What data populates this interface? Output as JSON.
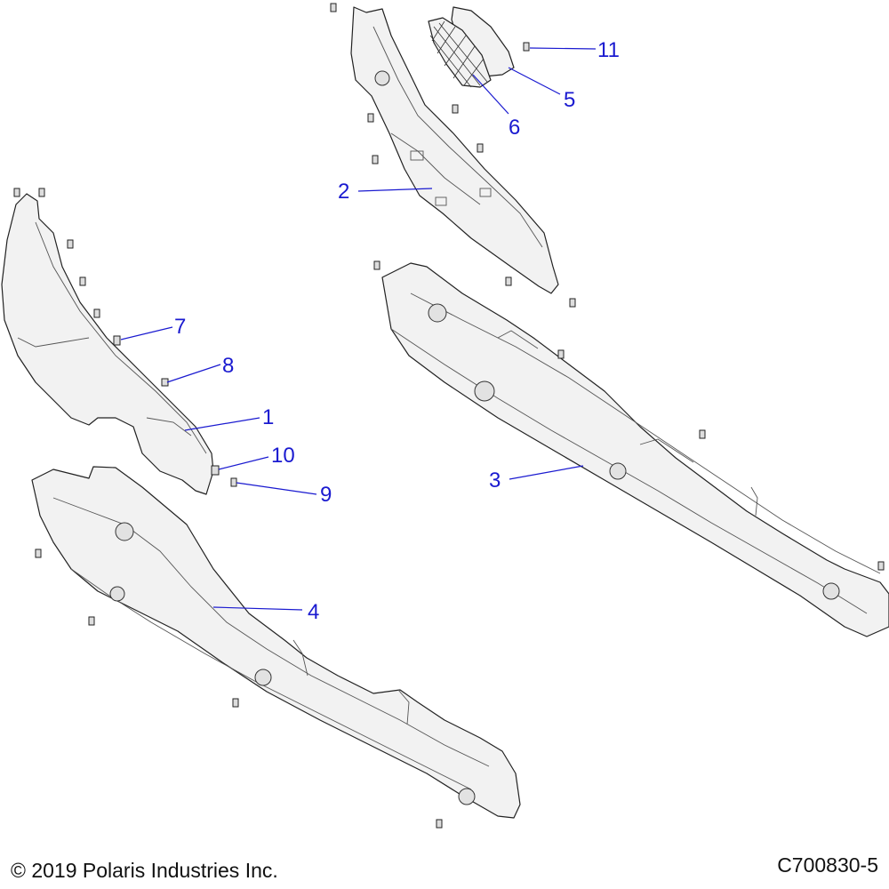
{
  "diagram": {
    "callouts": [
      {
        "id": "c1",
        "label": "1"
      },
      {
        "id": "c2",
        "label": "2"
      },
      {
        "id": "c3",
        "label": "3"
      },
      {
        "id": "c4",
        "label": "4"
      },
      {
        "id": "c5",
        "label": "5"
      },
      {
        "id": "c6",
        "label": "6"
      },
      {
        "id": "c7",
        "label": "7"
      },
      {
        "id": "c8",
        "label": "8"
      },
      {
        "id": "c9",
        "label": "9"
      },
      {
        "id": "c10",
        "label": "10"
      },
      {
        "id": "c11",
        "label": "11"
      }
    ]
  },
  "footer": {
    "copyright": "© 2019 Polaris Industries Inc.",
    "drawing_id": "C700830-5"
  },
  "colors": {
    "callout": "#1a1ad0",
    "part_fill": "#f2f2f2",
    "outline": "#222222"
  }
}
